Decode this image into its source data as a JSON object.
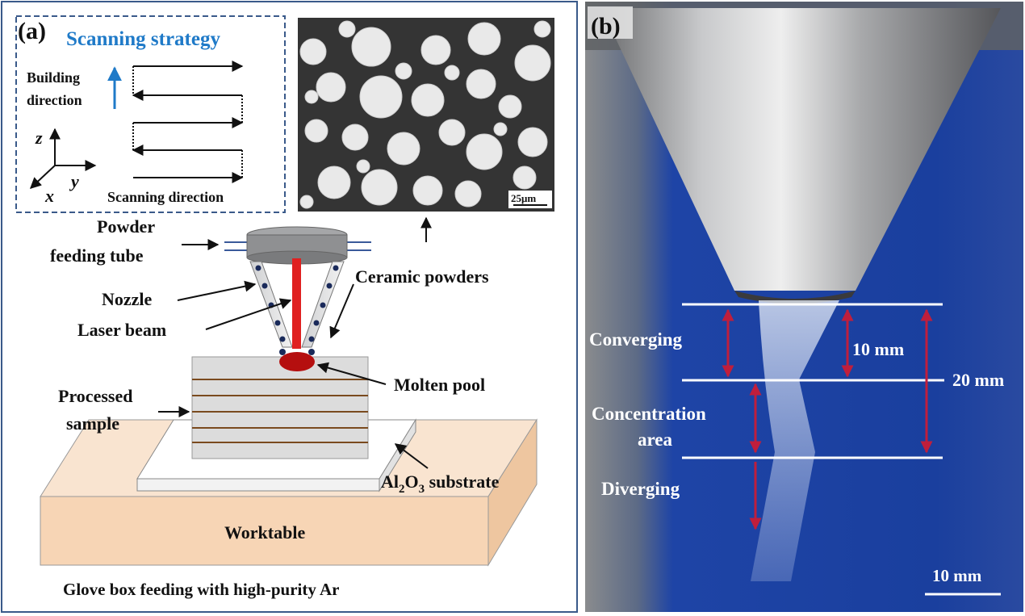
{
  "panel_a": {
    "tag": "(a)",
    "inset_title": "Scanning strategy",
    "building_direction": [
      "Building",
      "direction"
    ],
    "axes": {
      "z": "z",
      "y": "y",
      "x": "x"
    },
    "scanning_direction": "Scanning direction",
    "scale_bar": "25μm",
    "labels": {
      "powder_feeding_tube": [
        "Powder",
        "feeding tube"
      ],
      "nozzle": "Nozzle",
      "laser_beam": "Laser beam",
      "ceramic_powders": "Ceramic powders",
      "molten_pool": "Molten pool",
      "processed_sample": [
        "Processed",
        "sample"
      ],
      "substrate_main": "Al",
      "substrate_sub1": "2",
      "substrate_o": "O",
      "substrate_sub2": "3",
      "substrate_rest": " substrate",
      "worktable": "Worktable",
      "caption": "Glove box feeding with high-purity Ar"
    },
    "colors": {
      "inset_title": "#1f7ac8",
      "laser": "#e02020",
      "pool": "#b50f0f",
      "worktable": "#f7d5b5",
      "frame": "#3a5a8a"
    }
  },
  "panel_b": {
    "tag": "(b)",
    "converging": "Converging",
    "concentration": [
      "Concentration",
      "area"
    ],
    "diverging": "Diverging",
    "dim_10": "10 mm",
    "dim_20": "20 mm",
    "scale_bar": "10 mm",
    "colors": {
      "arrow": "#c01e3c",
      "background": "#1c3f9a"
    }
  }
}
